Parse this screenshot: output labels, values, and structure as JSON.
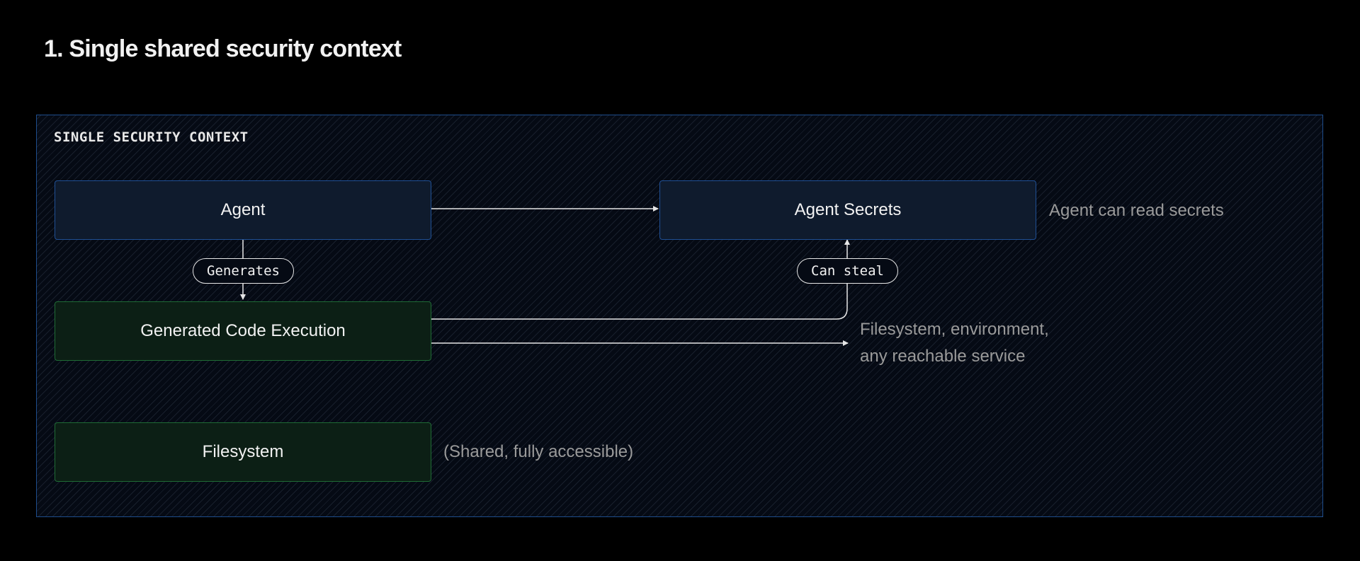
{
  "title": "1. Single shared security context",
  "diagram": {
    "context_label": "SINGLE SECURITY CONTEXT",
    "nodes": {
      "agent": "Agent",
      "agent_secrets": "Agent Secrets",
      "generated_code": "Generated Code Execution",
      "filesystem": "Filesystem"
    },
    "edge_labels": {
      "generates": "Generates",
      "can_steal": "Can steal"
    },
    "annotations": {
      "read_secrets": "Agent can read secrets",
      "reach_line1": "Filesystem, environment,",
      "reach_line2": "any reachable service",
      "shared": "(Shared, fully accessible)"
    }
  },
  "colors": {
    "background": "#000000",
    "panel_border": "#1e4d8c",
    "blue_node_fill": "#0f1b2d",
    "blue_node_border": "#1f4f94",
    "green_node_fill": "#0c1f15",
    "green_node_border": "#1f6b35",
    "muted_text": "#9a9a9a",
    "connector": "#e6e6e6"
  }
}
